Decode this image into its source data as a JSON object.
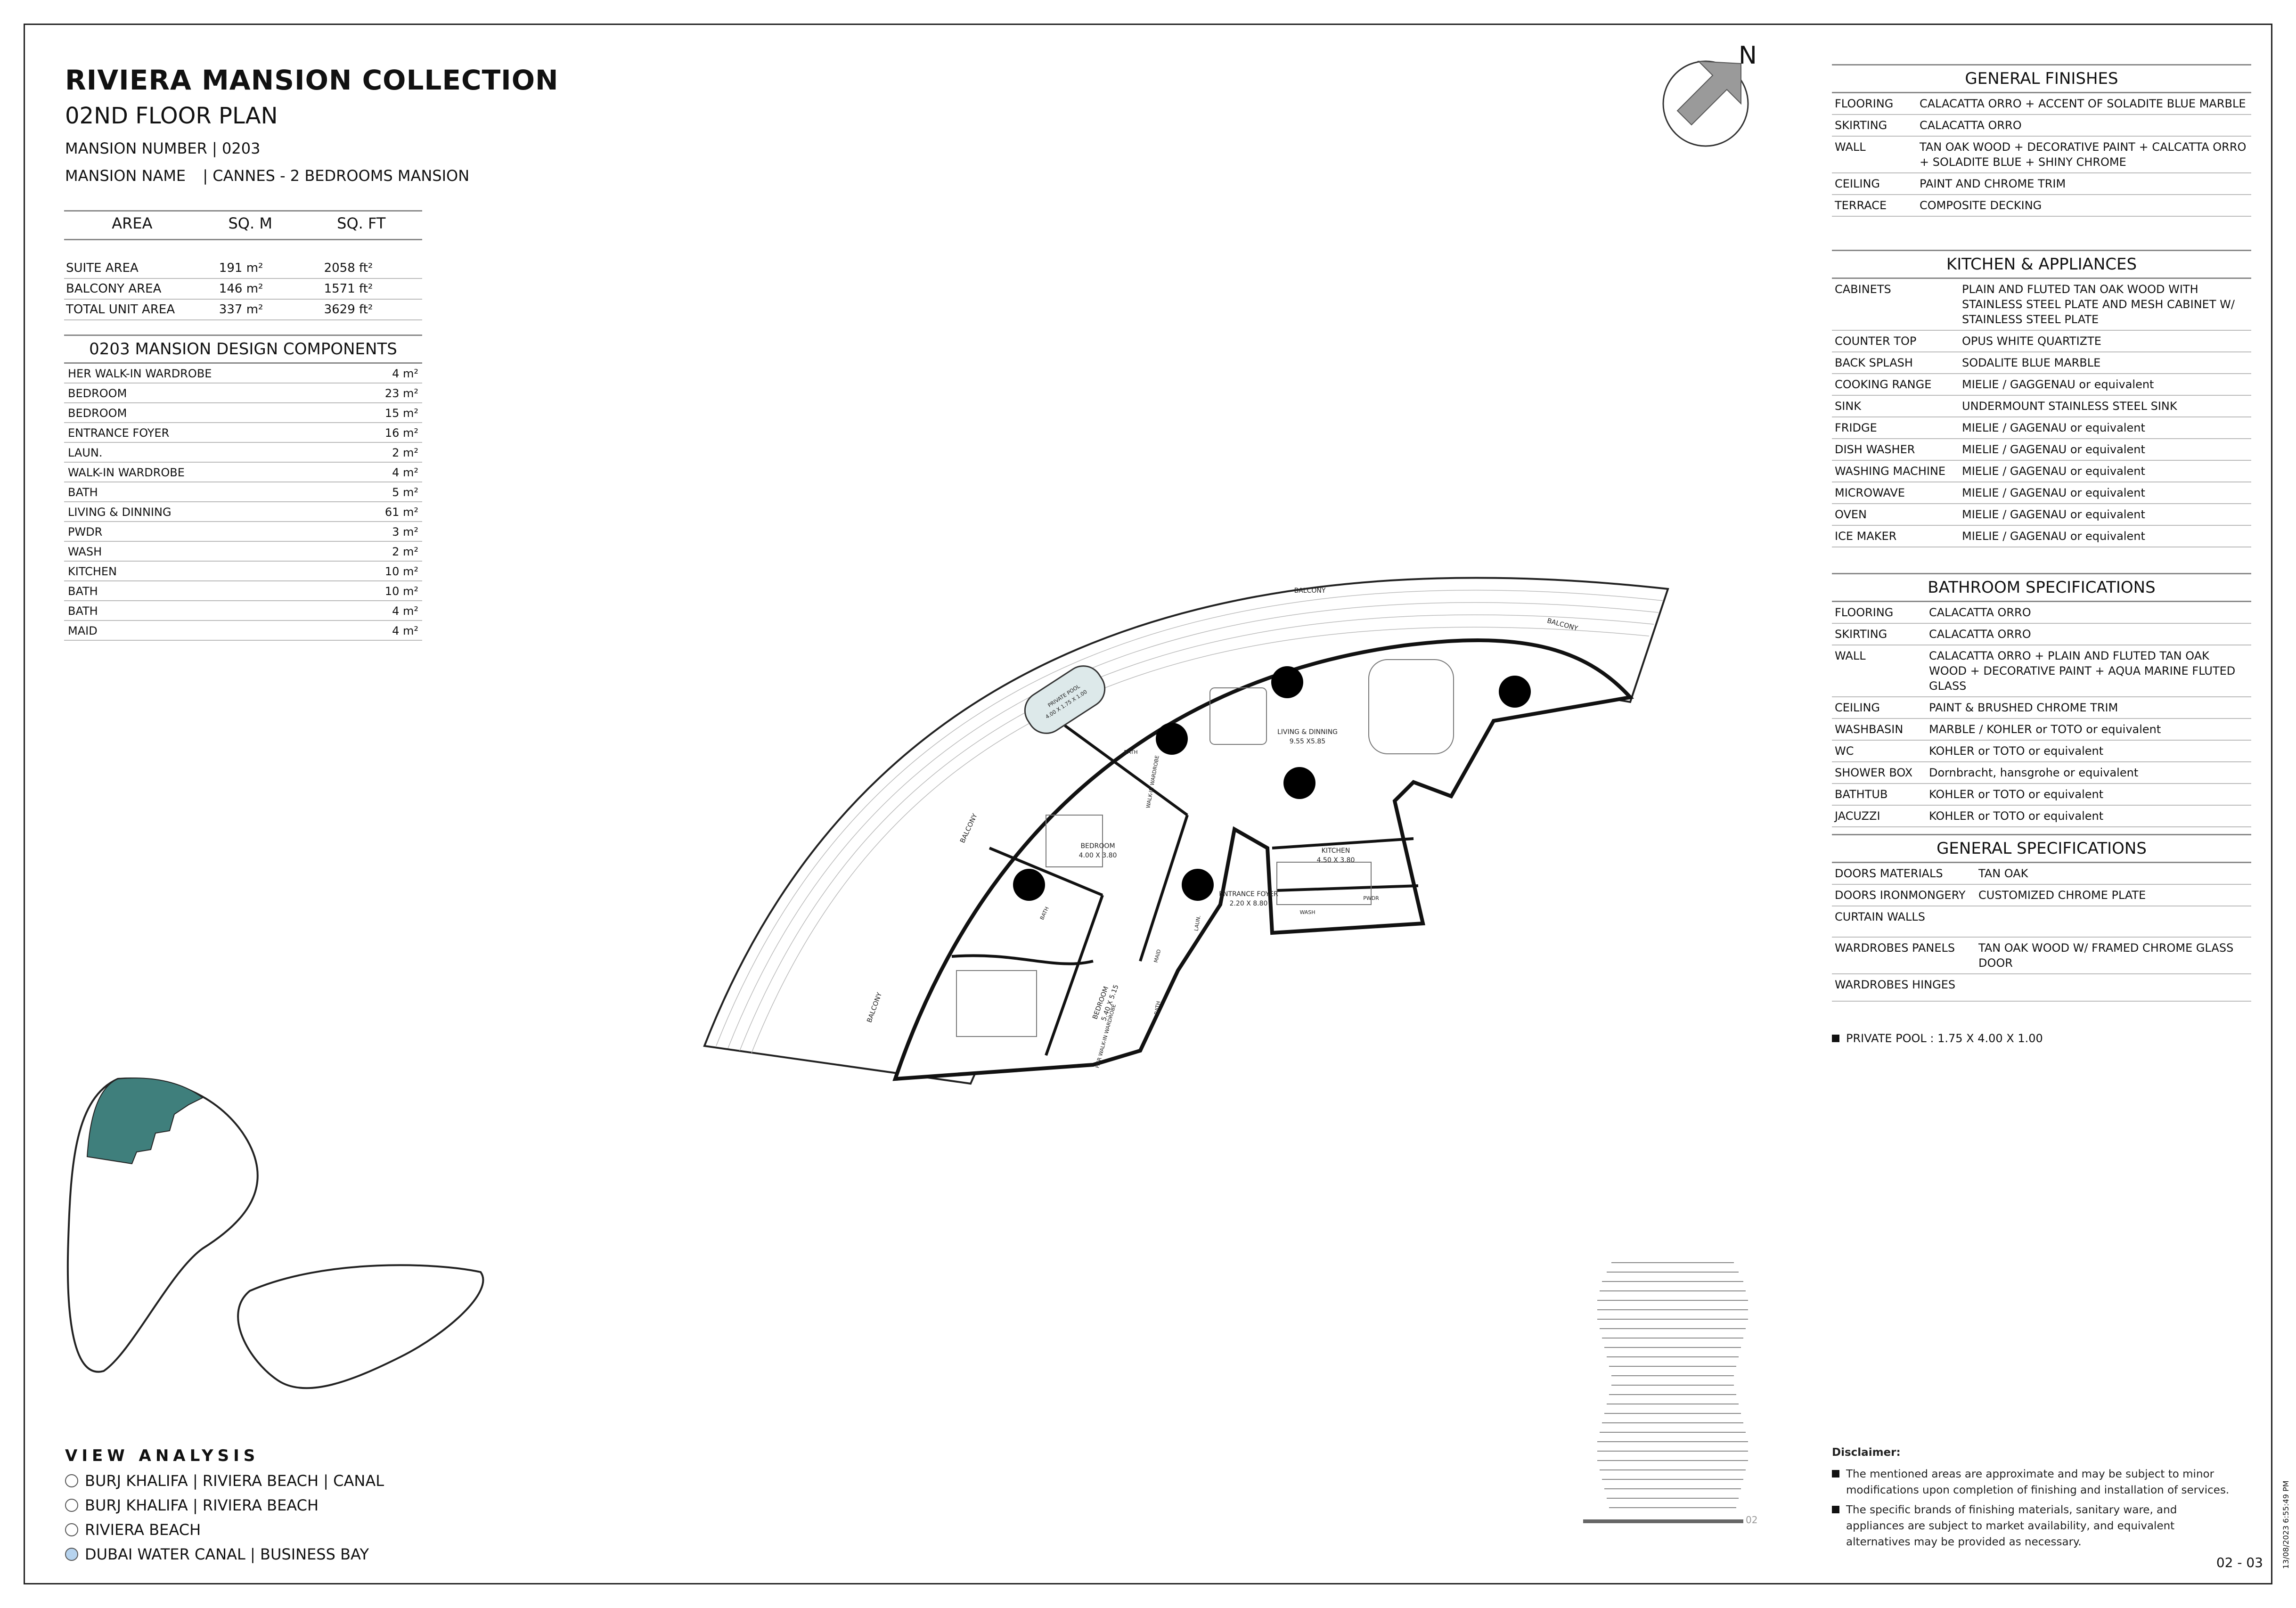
{
  "header": {
    "title": "RIVIERA MANSION COLLECTION",
    "floor": "02ND FLOOR PLAN",
    "mansion_number": "MANSION NUMBER | 0203",
    "mansion_name_label": "MANSION NAME",
    "mansion_name": "| CANNES - 2 BEDROOMS MANSION"
  },
  "area_table": {
    "headers": [
      "AREA",
      "SQ. M",
      "SQ. FT"
    ],
    "rows": [
      {
        "name": "SUITE AREA",
        "sqm": "191 m²",
        "sqft": "2058 ft²"
      },
      {
        "name": "BALCONY AREA",
        "sqm": "146 m²",
        "sqft": "1571 ft²"
      },
      {
        "name": "TOTAL UNIT AREA",
        "sqm": "337 m²",
        "sqft": "3629 ft²"
      }
    ]
  },
  "components": {
    "title": "0203 MANSION DESIGN COMPONENTS",
    "rows": [
      {
        "name": "HER WALK-IN WARDROBE",
        "area": "4 m²"
      },
      {
        "name": "BEDROOM",
        "area": "23 m²"
      },
      {
        "name": "BEDROOM",
        "area": "15 m²"
      },
      {
        "name": "ENTRANCE FOYER",
        "area": "16 m²"
      },
      {
        "name": "LAUN.",
        "area": "2 m²"
      },
      {
        "name": "WALK-IN WARDROBE",
        "area": "4 m²"
      },
      {
        "name": "BATH",
        "area": "5 m²"
      },
      {
        "name": "LIVING & DINNING",
        "area": "61 m²"
      },
      {
        "name": "PWDR",
        "area": "3 m²"
      },
      {
        "name": "WASH",
        "area": "2 m²"
      },
      {
        "name": "KITCHEN",
        "area": "10 m²"
      },
      {
        "name": "BATH",
        "area": "10 m²"
      },
      {
        "name": "BATH",
        "area": "4 m²"
      },
      {
        "name": "MAID",
        "area": "4 m²"
      }
    ]
  },
  "compass": {
    "label": "N"
  },
  "general_finishes": {
    "title": "GENERAL FINISHES",
    "rows": [
      {
        "k": "FLOORING",
        "v": "CALACATTA ORRO + ACCENT OF SOLADITE BLUE MARBLE"
      },
      {
        "k": "SKIRTING",
        "v": "CALACATTA ORRO"
      },
      {
        "k": "WALL",
        "v": "TAN OAK WOOD + DECORATIVE PAINT + CALCATTA ORRO + SOLADITE BLUE + SHINY CHROME"
      },
      {
        "k": "CEILING",
        "v": "PAINT AND CHROME TRIM"
      },
      {
        "k": "TERRACE",
        "v": "COMPOSITE DECKING"
      }
    ]
  },
  "kitchen": {
    "title": "KITCHEN & APPLIANCES",
    "rows": [
      {
        "k": "CABINETS",
        "v": "PLAIN AND FLUTED TAN OAK WOOD WITH STAINLESS STEEL PLATE AND MESH CABINET W/ STAINLESS STEEL PLATE"
      },
      {
        "k": "COUNTER TOP",
        "v": "OPUS WHITE QUARTIZTE"
      },
      {
        "k": "BACK SPLASH",
        "v": "SODALITE BLUE MARBLE"
      },
      {
        "k": "COOKING RANGE",
        "v": "MIELIE / GAGGENAU or equivalent"
      },
      {
        "k": "SINK",
        "v": "UNDERMOUNT STAINLESS STEEL SINK"
      },
      {
        "k": "FRIDGE",
        "v": "MIELIE / GAGENAU or equivalent"
      },
      {
        "k": "DISH WASHER",
        "v": "MIELIE / GAGENAU or equivalent"
      },
      {
        "k": "WASHING MACHINE",
        "v": "MIELIE / GAGENAU or equivalent"
      },
      {
        "k": "MICROWAVE",
        "v": "MIELIE / GAGENAU or equivalent"
      },
      {
        "k": "OVEN",
        "v": "MIELIE / GAGENAU or equivalent"
      },
      {
        "k": "ICE MAKER",
        "v": "MIELIE / GAGENAU or equivalent"
      }
    ]
  },
  "bathroom": {
    "title": "BATHROOM SPECIFICATIONS",
    "rows": [
      {
        "k": "FLOORING",
        "v": "CALACATTA ORRO"
      },
      {
        "k": "SKIRTING",
        "v": "CALACATTA ORRO"
      },
      {
        "k": "WALL",
        "v": "CALACATTA ORRO + PLAIN AND FLUTED TAN OAK WOOD + DECORATIVE PAINT + AQUA MARINE FLUTED GLASS"
      },
      {
        "k": "CEILING",
        "v": "PAINT & BRUSHED CHROME TRIM"
      },
      {
        "k": "WASHBASIN",
        "v": "MARBLE / KOHLER or TOTO or equivalent"
      },
      {
        "k": "WC",
        "v": "KOHLER or TOTO or equivalent"
      },
      {
        "k": "SHOWER BOX",
        "v": "Dornbracht, hansgrohe or equivalent"
      },
      {
        "k": "BATHTUB",
        "v": "KOHLER or TOTO or equivalent"
      },
      {
        "k": "JACUZZI",
        "v": "KOHLER or TOTO or equivalent"
      }
    ]
  },
  "general_specs": {
    "title": "GENERAL SPECIFICATIONS",
    "rows": [
      {
        "k": "DOORS MATERIALS",
        "v": "TAN OAK"
      },
      {
        "k": "DOORS IRONMONGERY",
        "v": "CUSTOMIZED CHROME PLATE"
      },
      {
        "k": "CURTAIN WALLS",
        "v": ""
      },
      {
        "k": "WARDROBES PANELS",
        "v": "TAN OAK WOOD W/ FRAMED CHROME GLASS DOOR"
      },
      {
        "k": "WARDROBES HINGES",
        "v": ""
      }
    ]
  },
  "private_pool": "PRIVATE POOL :  1.75 X 4.00 X 1.00",
  "plan_labels": {
    "balcony": "BALCONY",
    "living": "LIVING & DINNING",
    "living_dim": "9.55 X5.85",
    "kitchen": "KITCHEN",
    "kitchen_dim": "4.50 X 3.80",
    "foyer": "ENTRANCE FOYER",
    "foyer_dim": "2.20 X 8.80",
    "bedroom": "BEDROOM",
    "bedroom1_dim": "4.00 X 3.80",
    "bedroom2_dim": "5.40 X 5.15",
    "pool": "PRIVATE POOL",
    "pool_dim": "4.00 X 1.75 X 1.00",
    "bath": "BATH",
    "wash": "WASH",
    "pwdr": "PWDR",
    "laun": "LAUN.",
    "maid": "MAID",
    "walk_in": "WALK-IN WARDROBE",
    "her_walk_in": "HER WALK-IN WARDROBE"
  },
  "elevation_level": "02",
  "view_analysis": {
    "title": "VIEW ANALYSIS",
    "options": [
      {
        "label": "BURJ KHALIFA | RIVIERA BEACH | CANAL",
        "selected": false
      },
      {
        "label": "BURJ KHALIFA | RIVIERA BEACH",
        "selected": false
      },
      {
        "label": "RIVIERA BEACH",
        "selected": false
      },
      {
        "label": "DUBAI WATER CANAL | BUSINESS BAY",
        "selected": true
      }
    ]
  },
  "disclaimer": {
    "title": "Disclaimer:",
    "items": [
      "The mentioned areas are approximate and may be subject to minor modifications  upon completion of finishing and installation of services.",
      "The specific brands of finishing materials, sanitary ware, and appliances are subject to market availability, and equivalent alternatives may be provided as necessary."
    ]
  },
  "page_number": "02 - 03",
  "timestamp": "13/08/2023 6:55:49 PM",
  "colors": {
    "highlight": "#3f7f7c",
    "pool": "#dde9ea",
    "selected_radio": "#b6d3ee"
  }
}
